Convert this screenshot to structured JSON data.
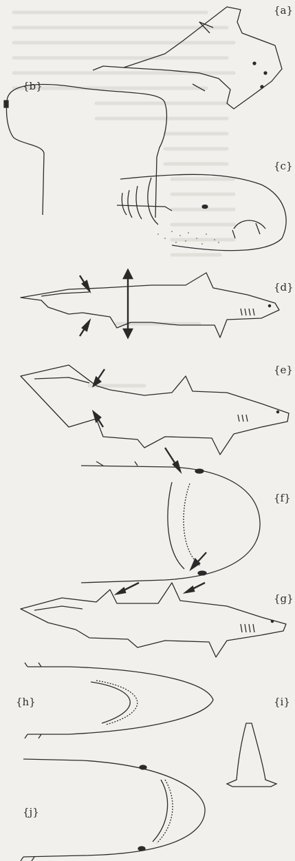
{
  "figures": [
    {
      "key": "a",
      "label": "{a}"
    },
    {
      "key": "b",
      "label": "{b}"
    },
    {
      "key": "c",
      "label": "{c}"
    },
    {
      "key": "d",
      "label": "{d}"
    },
    {
      "key": "e",
      "label": "{e}"
    },
    {
      "key": "f",
      "label": "{f}"
    },
    {
      "key": "g",
      "label": "{g}"
    },
    {
      "key": "h",
      "label": "{h}"
    },
    {
      "key": "i",
      "label": "{i}"
    },
    {
      "key": "j",
      "label": "{j}"
    }
  ],
  "colors": {
    "paper": "#f1f0ec",
    "ink": "#2a2a2a",
    "ghost_text": "#c9c8c3"
  }
}
